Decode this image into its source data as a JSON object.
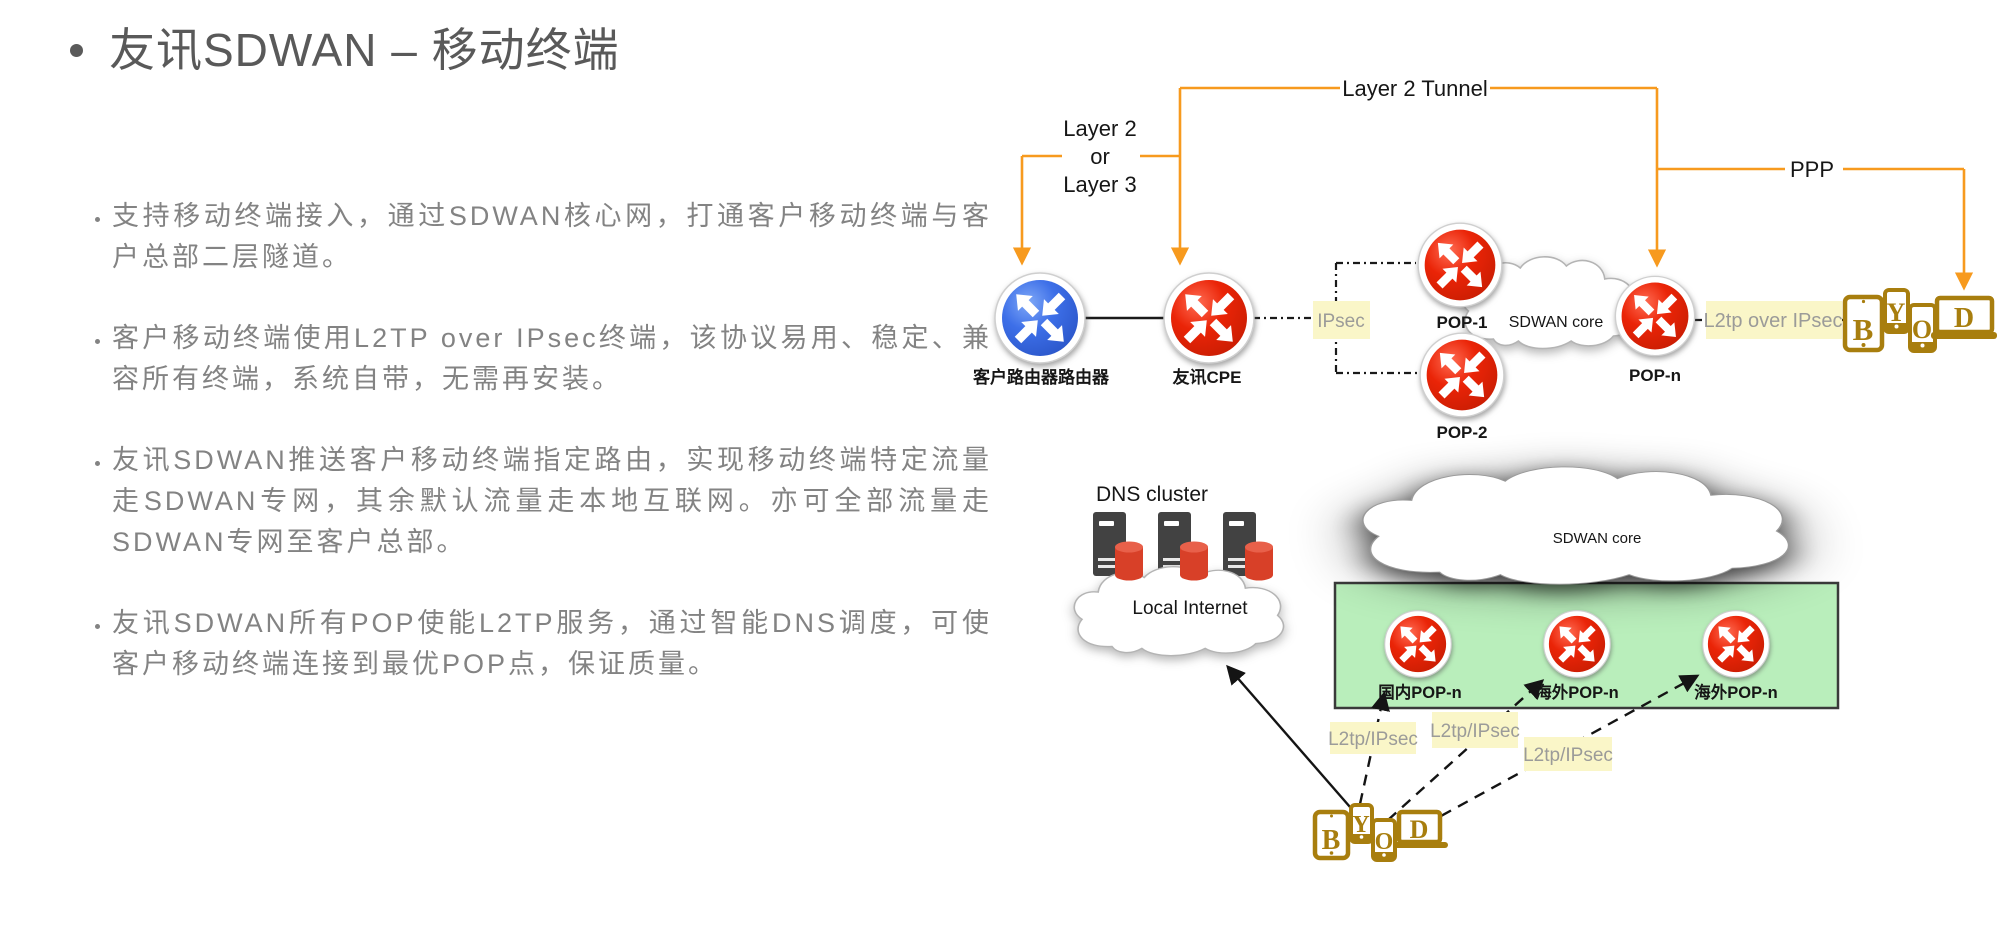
{
  "title": {
    "text": "友讯SDWAN – 移动终端"
  },
  "bullets": [
    "支持移动终端接入，通过SDWAN核心网，打通客户移动终端与客户总部二层隧道。",
    "客户移动终端使用L2TP over IPsec终端，该协议易用、稳定、兼容所有终端，系统自带，无需再安装。",
    "友讯SDWAN推送客户移动终端指定路由，实现移动终端特定流量走SDWAN专网，其余默认流量走本地互联网。亦可全部流量走SDWAN专网至客户总部。",
    "友讯SDWAN所有POP使能L2TP服务，通过智能DNS调度，可使客户移动终端连接到最优POP点，保证质量。"
  ],
  "top_diagram": {
    "layer23_line1": "Layer 2",
    "layer23_line2": "or",
    "layer23_line3": "Layer 3",
    "layer2_tunnel": "Layer 2 Tunnel",
    "ppp": "PPP",
    "customer_router_label": "客户路由器路由器",
    "cpe_label": "友讯CPE",
    "ipsec_label": "IPsec",
    "pop1_label": "POP-1",
    "pop2_label": "POP-2",
    "popn_label": "POP-n",
    "core_label": "SDWAN core",
    "l2tp_over_ipsec_label": "L2tp over IPsec",
    "byod": {
      "b": "B",
      "y": "Y",
      "o": "O",
      "d": "D"
    }
  },
  "bottom_diagram": {
    "dns_cluster_label": "DNS cluster",
    "local_internet_label": "Local Internet",
    "core_label": "SDWAN core",
    "pop_labels": [
      "国内POP-n",
      "海外POP-n",
      "海外POP-n"
    ],
    "tunnel_labels": [
      "L2tp/IPsec",
      "L2tp/IPsec",
      "L2tp/IPsec"
    ],
    "byod": {
      "b": "B",
      "y": "Y",
      "o": "O",
      "d": "D"
    }
  },
  "colors": {
    "accent_orange": "#f79a1e",
    "router_red": "#e8220b",
    "router_blue": "#3e6fe3",
    "label_yellow": "#faf6c8",
    "green_zone": "#b9eebb",
    "device_gold": "#a87e0e",
    "text_gray": "#838383"
  }
}
